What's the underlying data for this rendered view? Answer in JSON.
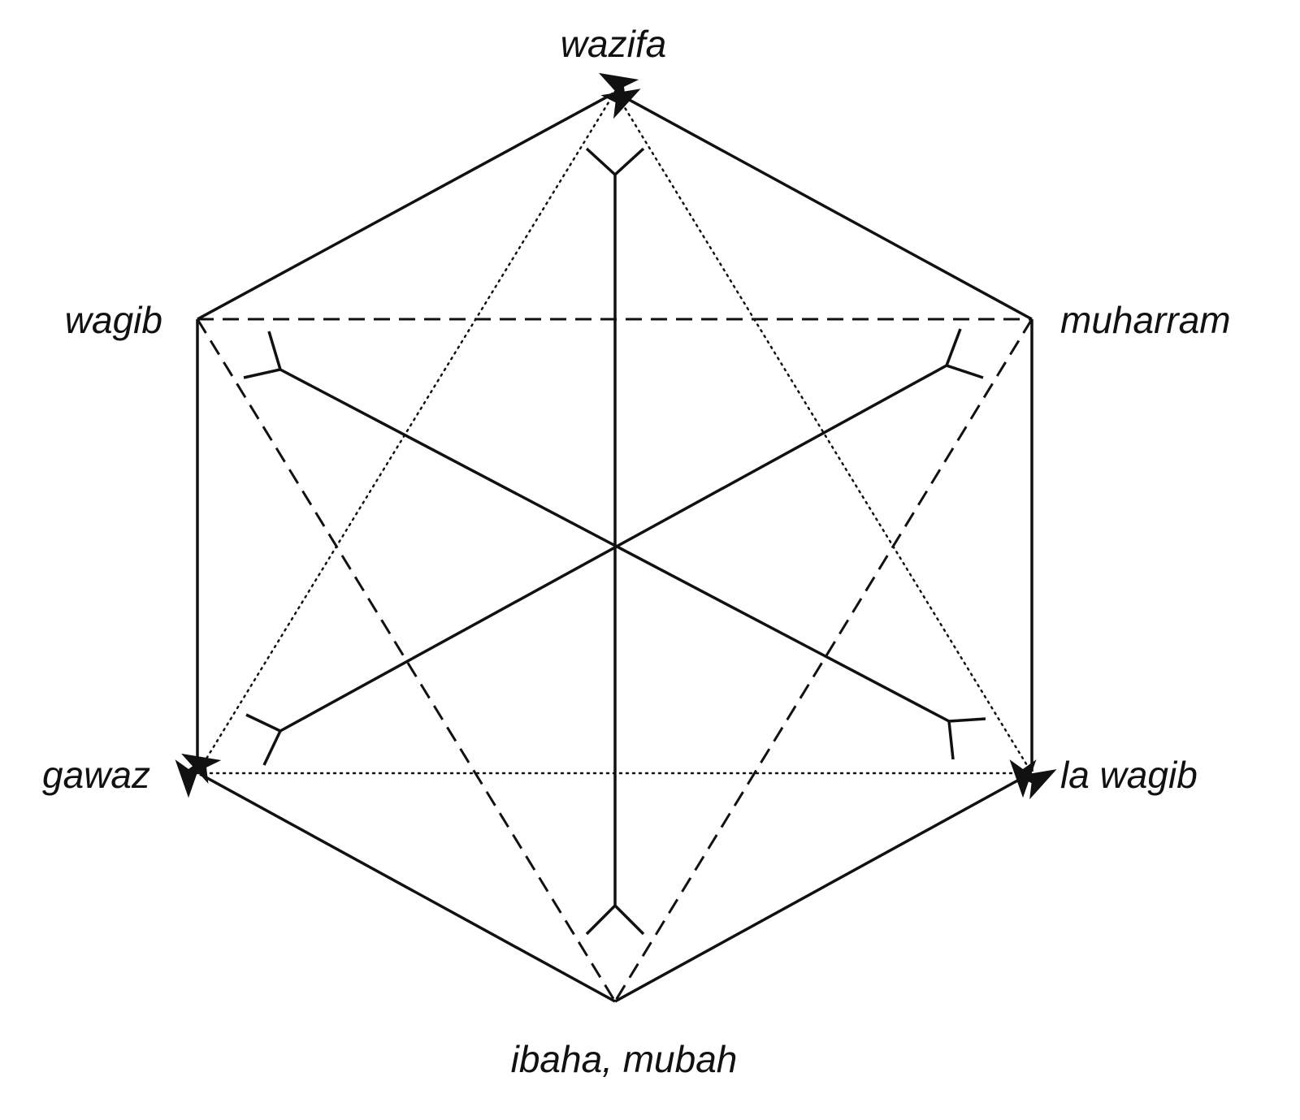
{
  "nodes": {
    "top": "wazifa",
    "upper_left": "wagib",
    "upper_right": "muharram",
    "lower_left": "gawaz",
    "lower_right": "la wagib",
    "bottom": "ibaha, mubah"
  },
  "colors": {
    "ink": "#111111",
    "background": "#ffffff"
  }
}
